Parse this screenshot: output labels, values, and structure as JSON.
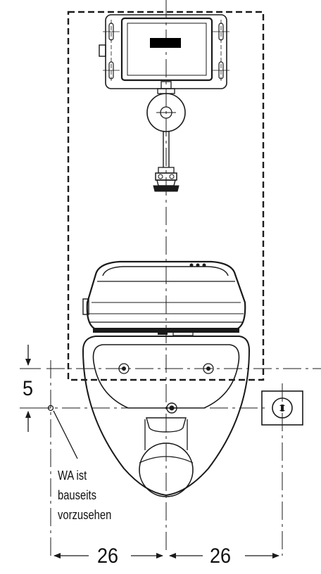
{
  "annotation": {
    "line1": "WA ist",
    "line2": "bauseits",
    "line3": "vorzusehen"
  },
  "dimensions": {
    "vertical_offset": "5",
    "left_width": "26",
    "right_width": "26"
  },
  "colors": {
    "line": "#1a1a1a",
    "display": "#000000",
    "background": "#ffffff"
  }
}
